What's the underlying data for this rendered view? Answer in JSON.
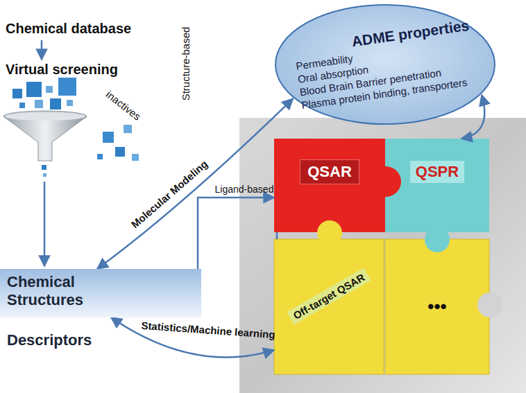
{
  "diagram": {
    "nodes": [
      {
        "text": [
          "ADME properties",
          "Permeability",
          "Oral absorption",
          "Blood Brain Barrier penetration",
          "Plasma protein binding, transporters"
        ]
      },
      {
        "text": [
          "QSAR"
        ]
      },
      {
        "text": [
          "QSPR"
        ]
      },
      {
        "text": [
          "Chemical Structures"
        ]
      },
      {
        "text": [
          "Off-target QSAR"
        ]
      },
      {
        "text": [
          "•••"
        ]
      }
    ],
    "edges": [
      {
        "from": 3,
        "to": 0,
        "arrow": "both"
      },
      {
        "from": 3,
        "to": 1,
        "arrow": "to",
        "label": "Ligand-based"
      },
      {
        "from": 0,
        "to": 2,
        "arrow": "both"
      },
      {
        "from": 1,
        "to": 4,
        "arrow": "none"
      },
      {
        "from": 3,
        "to": 4,
        "arrow": "both",
        "label": "Statistics/Machine learning"
      }
    ],
    "labels": [
      "Chemical database",
      "Virtual screening",
      "inactives",
      "Structure-based",
      "Molecular Modeling",
      "Descriptors"
    ]
  }
}
